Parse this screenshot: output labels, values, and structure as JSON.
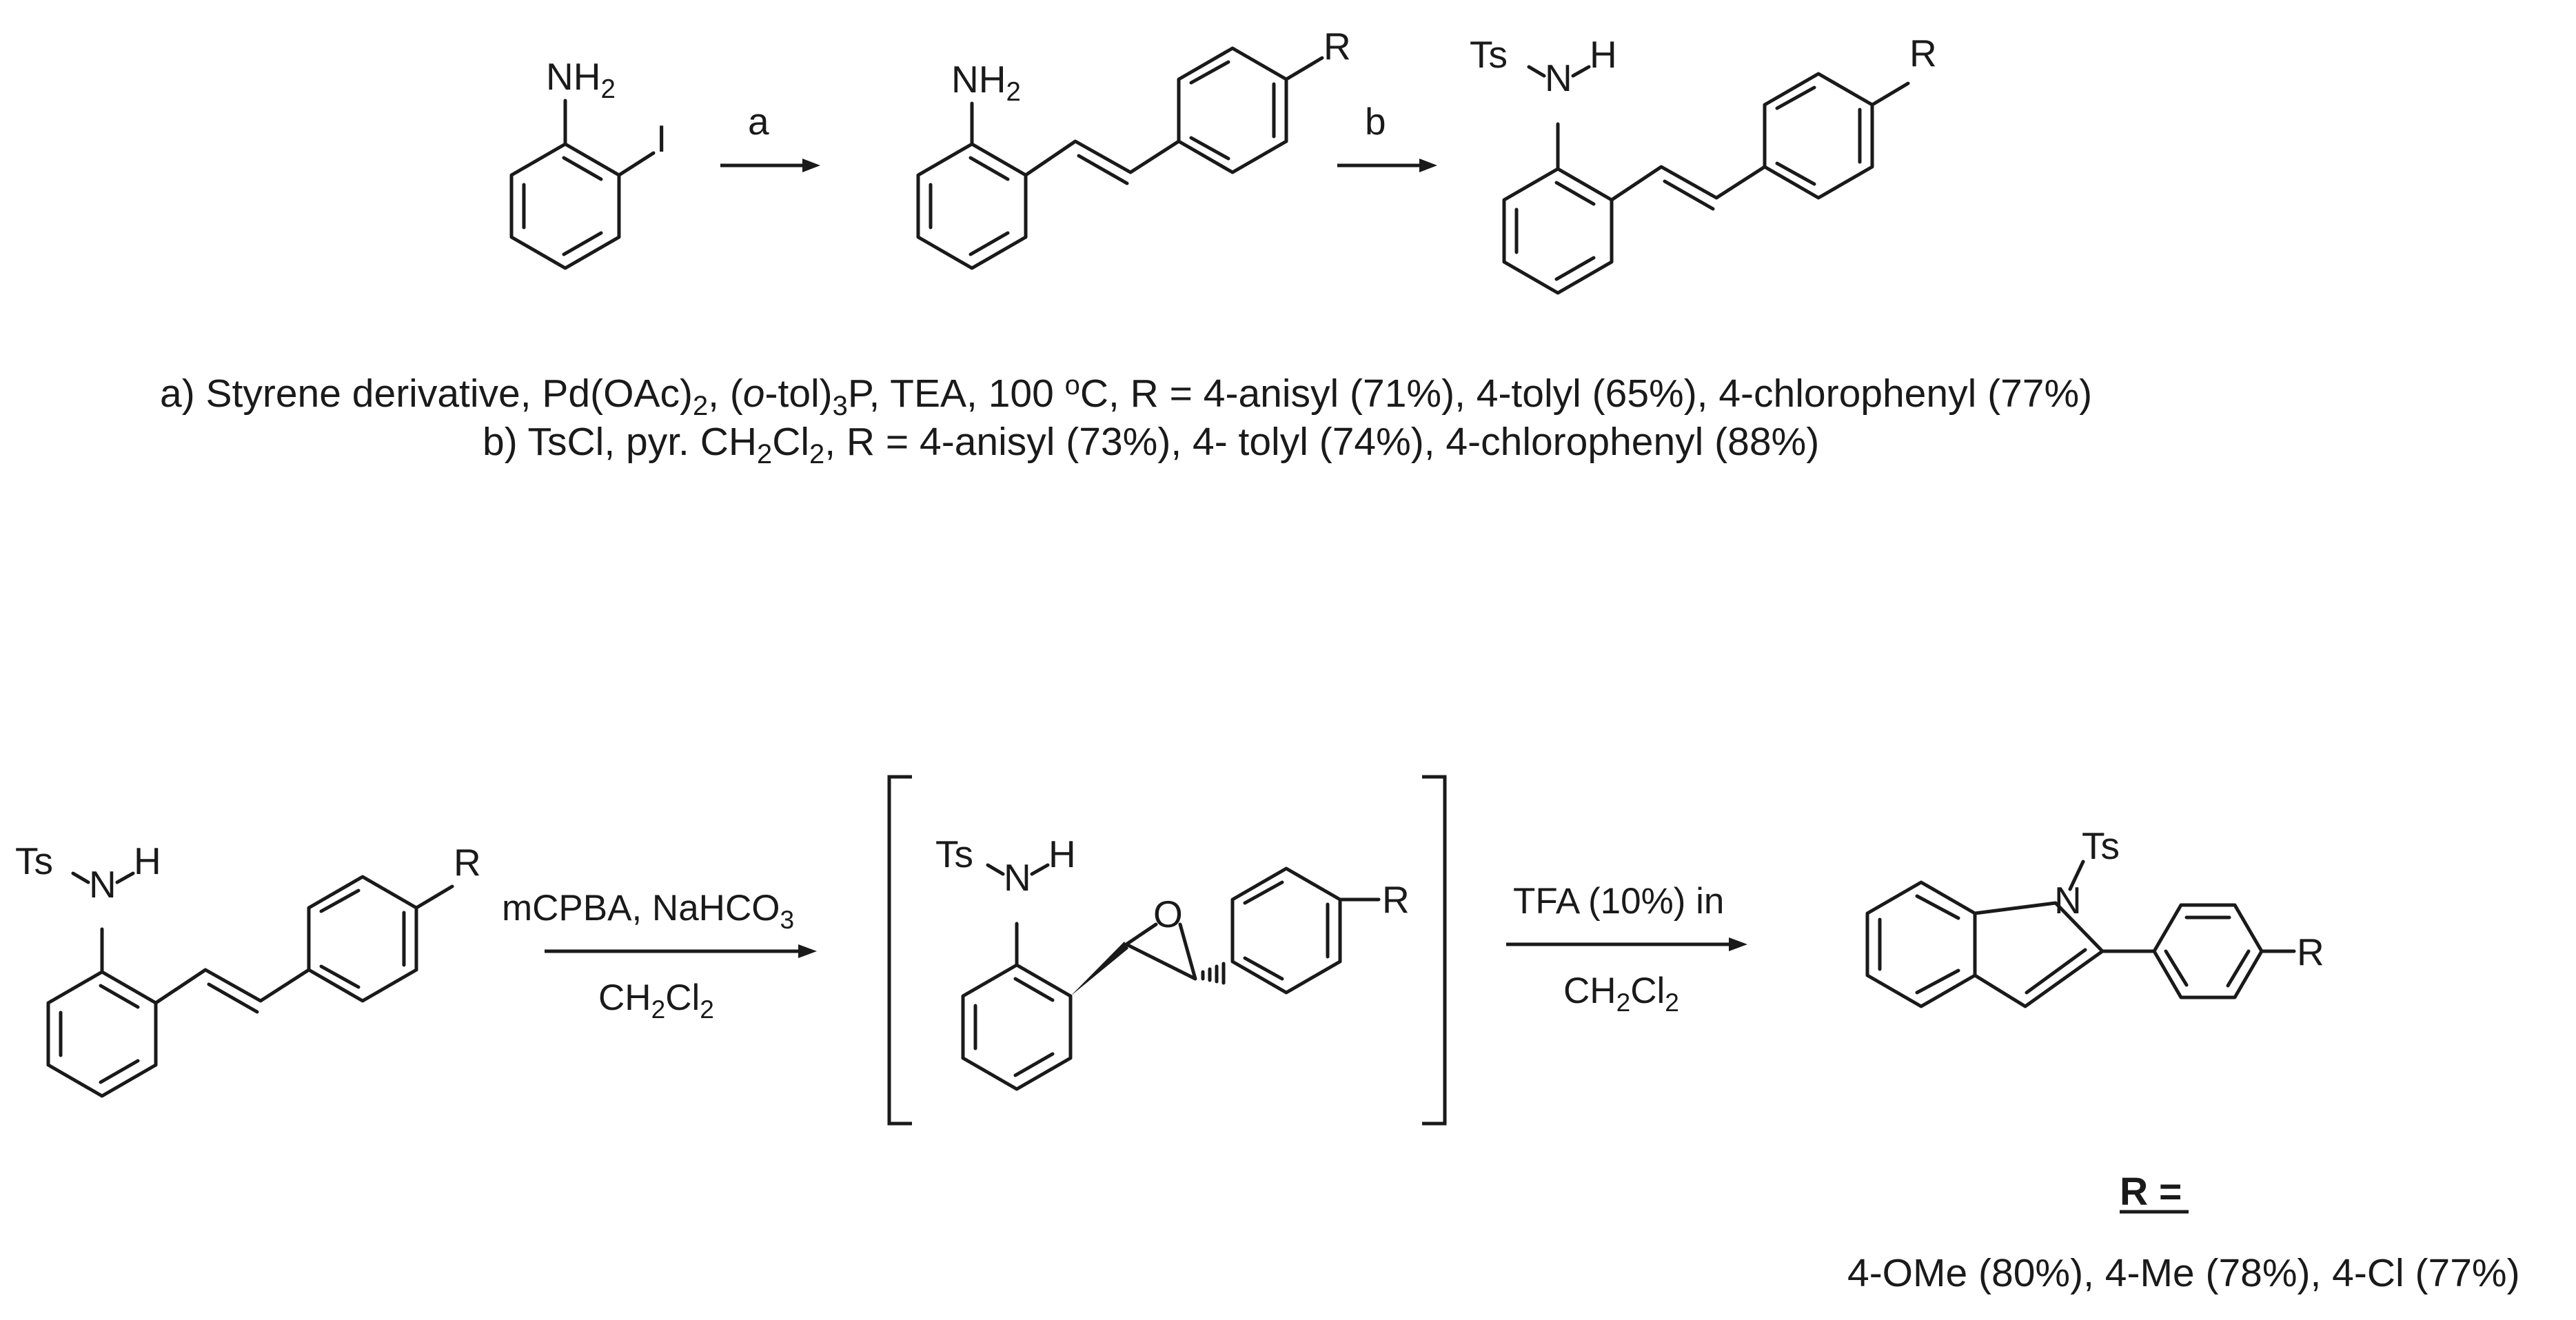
{
  "scheme1": {
    "sm": {
      "nh2": "NH",
      "nh2_sub": "2",
      "iodo": "I"
    },
    "step_a_label": "a",
    "int1": {
      "nh2": "NH",
      "nh2_sub": "2",
      "r": "R"
    },
    "step_b_label": "b",
    "prod1": {
      "ts": "Ts",
      "n": "N",
      "h": "H",
      "r": "R"
    }
  },
  "conditions": {
    "line_a": {
      "p1": "a) Styrene derivative,  Pd(OAc)",
      "s1": "2",
      "p2": ", (",
      "ital": "o",
      "p3": "-tol)",
      "s2": "3",
      "p4": "P, TEA, 100 ",
      "deg": "o",
      "p5": "C, R = 4-anisyl (71%), 4-tolyl (65%), 4-chlorophenyl (77%)"
    },
    "line_b": {
      "p1": "b) TsCl, pyr. CH",
      "s1": "2",
      "p2": "Cl",
      "s2": "2",
      "p3": ", R = 4-anisyl (73%), 4- tolyl (74%), 4-chlorophenyl (88%)"
    }
  },
  "scheme2": {
    "sm": {
      "ts": "Ts",
      "n": "N",
      "h": "H",
      "r": "R"
    },
    "step1": {
      "above_main": "mCPBA, NaHCO",
      "above_sub": "3",
      "below_ch": "CH",
      "below_sub1": "2",
      "below_cl": "Cl",
      "below_sub2": "2"
    },
    "epoxide": {
      "ts": "Ts",
      "n": "N",
      "h": "H",
      "o": "O",
      "r": "R"
    },
    "step2": {
      "above": "TFA (10%) in",
      "below_ch": "CH",
      "below_sub1": "2",
      "below_cl": "Cl",
      "below_sub2": "2"
    },
    "indole": {
      "ts": "Ts",
      "n": "N",
      "r": "R"
    }
  },
  "r_table": {
    "heading": "R =",
    "values": "4-OMe (80%), 4-Me (78%), 4-Cl (77%)"
  }
}
